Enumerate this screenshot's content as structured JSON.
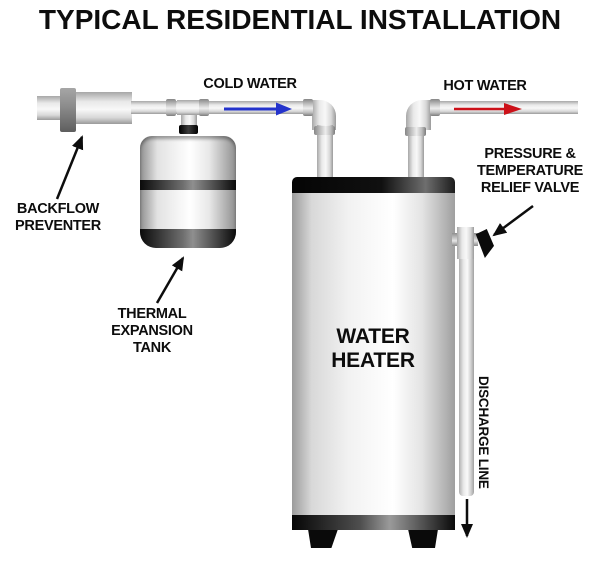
{
  "title": "TYPICAL RESIDENTIAL INSTALLATION",
  "pipe_labels": {
    "cold_water": "COLD WATER",
    "hot_water": "HOT WATER"
  },
  "component_labels": {
    "backflow_preventer": "BACKFLOW\nPREVENTER",
    "thermal_expansion_tank": "THERMAL\nEXPANSION\nTANK",
    "water_heater": "WATER\nHEATER",
    "relief_valve": "PRESSURE &\nTEMPERATURE\nRELIEF VALVE",
    "discharge_line": "DISCHARGE LINE"
  },
  "colors": {
    "cold_arrow": "#2433cc",
    "hot_arrow": "#cc1119",
    "leader_arrow": "#0d0d0d"
  }
}
